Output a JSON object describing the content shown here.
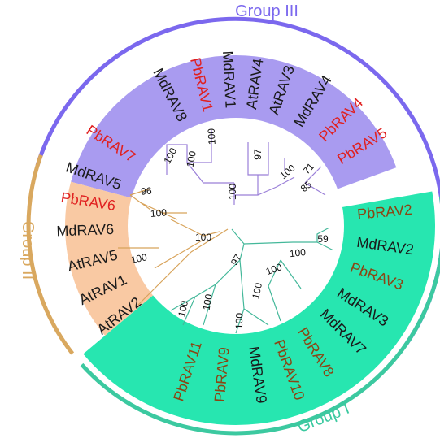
{
  "groups": [
    {
      "label": "Group III",
      "color": "#7b68ee"
    },
    {
      "label": "Group II",
      "color": "#d9a85f"
    },
    {
      "label": "Group I",
      "color": "#3cc9a0"
    }
  ],
  "leaves": [
    {
      "name": "MdRAV8",
      "color": "#1a1a1a"
    },
    {
      "name": "PbRAV1",
      "color": "#e02020"
    },
    {
      "name": "MdRAV1",
      "color": "#1a1a1a"
    },
    {
      "name": "AtRAV4",
      "color": "#1a1a1a"
    },
    {
      "name": "AtRAV3",
      "color": "#1a1a1a"
    },
    {
      "name": "MdRAV4",
      "color": "#1a1a1a"
    },
    {
      "name": "PbRAV4",
      "color": "#e02020"
    },
    {
      "name": "PbRAV5",
      "color": "#e02020"
    },
    {
      "name": "PbRAV7",
      "color": "#e02020"
    },
    {
      "name": "MdRAV5",
      "color": "#1a1a1a"
    },
    {
      "name": "PbRAV6",
      "color": "#e02020"
    },
    {
      "name": "MdRAV6",
      "color": "#1a1a1a"
    },
    {
      "name": "AtRAV5",
      "color": "#1a1a1a"
    },
    {
      "name": "AtRAV1",
      "color": "#1a1a1a"
    },
    {
      "name": "AtRAV2",
      "color": "#1a1a1a"
    },
    {
      "name": "PbRAV2",
      "color": "#8b4513"
    },
    {
      "name": "MdRAV2",
      "color": "#1a1a1a"
    },
    {
      "name": "PbRAV3",
      "color": "#8b4513"
    },
    {
      "name": "MdRAV3",
      "color": "#1a1a1a"
    },
    {
      "name": "MdRAV7",
      "color": "#1a1a1a"
    },
    {
      "name": "PbRAV8",
      "color": "#8b4513"
    },
    {
      "name": "PbRAV10",
      "color": "#8b4513"
    },
    {
      "name": "MdRAV9",
      "color": "#1a1a1a"
    },
    {
      "name": "PbRAV9",
      "color": "#8b4513"
    },
    {
      "name": "PbRAV11",
      "color": "#8b4513"
    }
  ],
  "bootstrap": [
    "100",
    "100",
    "100",
    "97",
    "100",
    "100",
    "96",
    "100",
    "71",
    "85",
    "100",
    "100",
    "59",
    "100",
    "100",
    "97",
    "100",
    "100",
    "100",
    "100"
  ],
  "colors": {
    "group3_fill": "#a99bf0",
    "group2_fill": "#f9c9a3",
    "group1_fill": "#27e6b0",
    "group3_branch": "#9a7fd8",
    "group2_branch": "#d8a35a",
    "group1_branch": "#44b89a"
  }
}
